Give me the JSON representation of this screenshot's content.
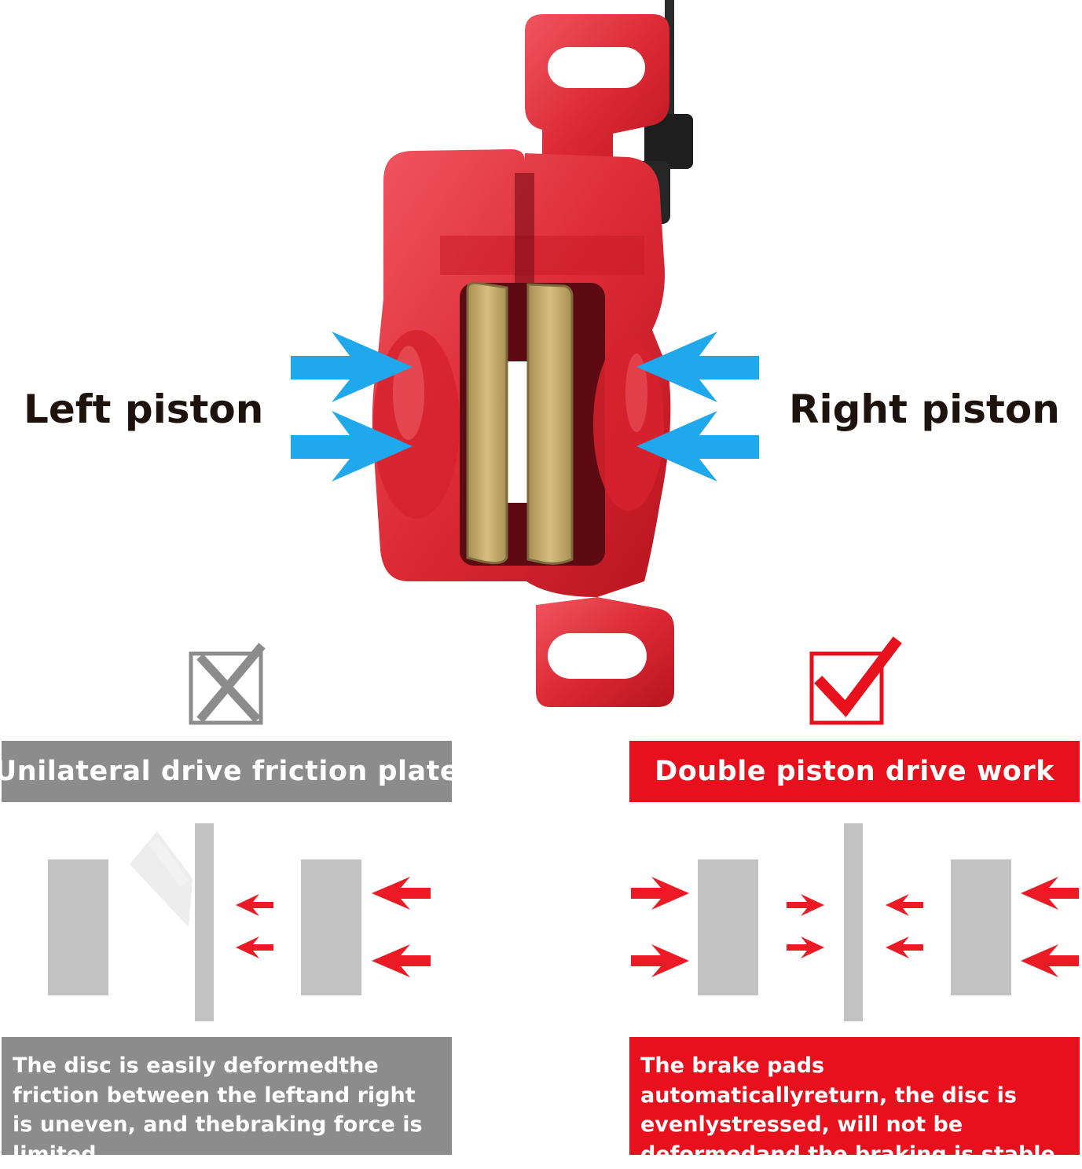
{
  "labels": {
    "left_piston": "Left piston",
    "right_piston": "Right piston"
  },
  "comparison": {
    "bad": {
      "icon": "cross-box-icon",
      "title": "Unilateral drive friction plate",
      "description": "The disc is easily deformedthe friction between the leftand right is uneven, and thebraking force is limited",
      "color": "#8c8c8c"
    },
    "good": {
      "icon": "check-box-icon",
      "title": "Double piston drive work",
      "description": "The brake pads automaticallyreturn, the disc is evenlystressed, will not be deformedand the braking is stable",
      "color": "#e8101c"
    }
  },
  "colors": {
    "caliper_red": "#e0303c",
    "pad_gold": "#c4ac6a",
    "arrow_blue": "#1fa8ec",
    "arrow_red": "#ec1a24",
    "pad_gray": "#c2c2c2"
  }
}
